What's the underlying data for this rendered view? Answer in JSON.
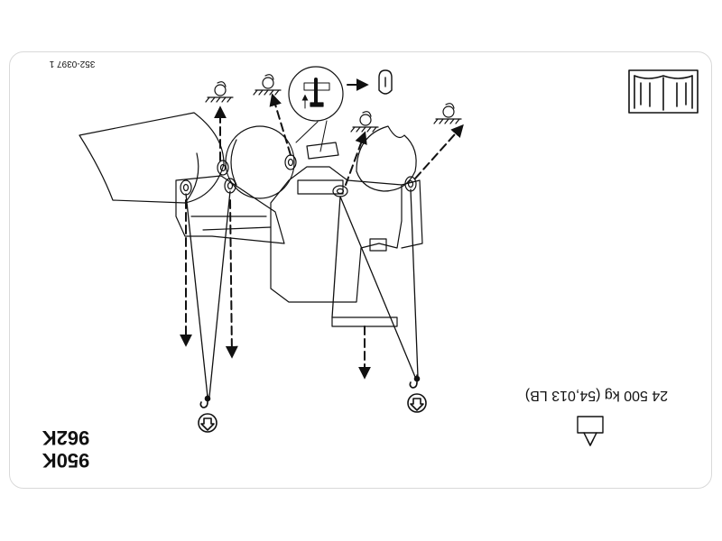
{
  "label": {
    "part_number": "352-0397 1",
    "weight": "24 500 kg (54,013 LB)",
    "models": [
      "950K",
      "962K"
    ]
  },
  "icons": {
    "manual": "manual-book-icon",
    "weight_box": "weight-indicator-icon",
    "tie_down": "tie-down-anchor-icon",
    "lift_hook": "lifting-hook-icon",
    "lift_arrow": "lift-direction-icon",
    "lock": "padlock-icon"
  },
  "colors": {
    "ink": "#111111",
    "border": "#d9d9d9"
  }
}
